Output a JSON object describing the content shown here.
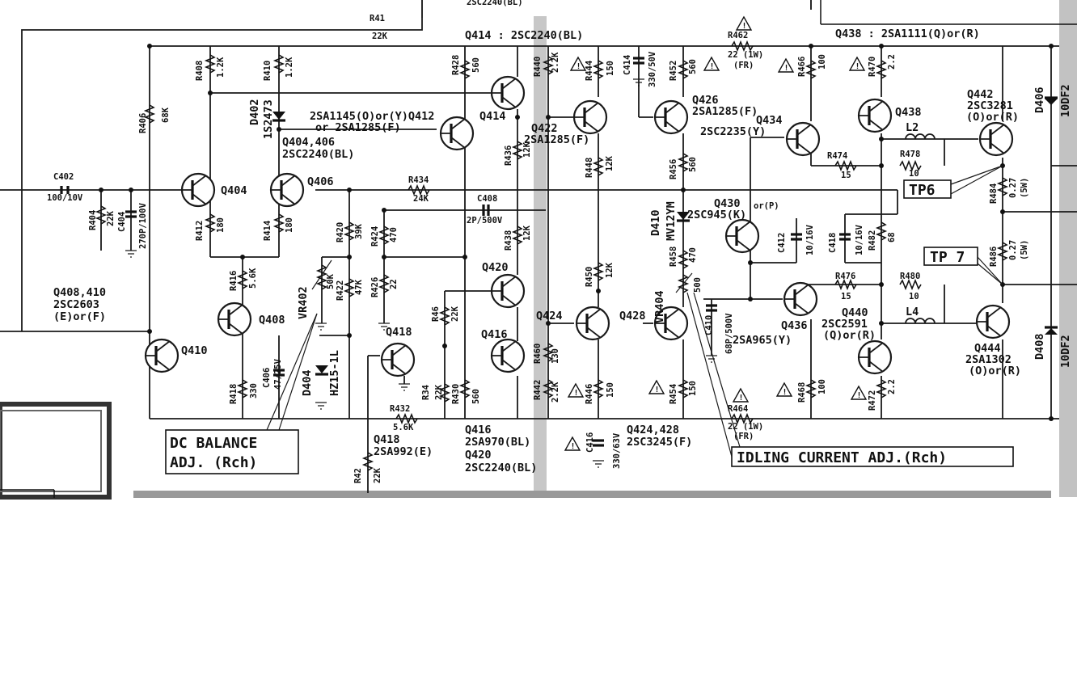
{
  "labels": {
    "top_partial": "2SC2240(BL)",
    "dc_balance_1": "DC BALANCE",
    "dc_balance_2": "ADJ. (Rch)",
    "idling": "IDLING CURRENT ADJ.(Rch)",
    "tp6": "TP6",
    "tp7": "TP 7",
    "warn_glyph": "!",
    "or_p": "or(P)"
  },
  "transistors": [
    {
      "id": "Q404",
      "lines": []
    },
    {
      "id": "Q406",
      "lines": []
    },
    {
      "id": "Q408",
      "lines": []
    },
    {
      "id": "Q410",
      "lines": []
    },
    {
      "id": "Q412",
      "lines": []
    },
    {
      "id": "Q414",
      "lines": []
    },
    {
      "id": "Q416",
      "lines": []
    },
    {
      "id": "Q418",
      "lines": []
    },
    {
      "id": "Q420",
      "lines": []
    },
    {
      "id": "Q422",
      "lines": []
    },
    {
      "id": "Q424",
      "lines": []
    },
    {
      "id": "Q426",
      "lines": []
    },
    {
      "id": "Q428",
      "lines": []
    },
    {
      "id": "Q430",
      "lines": []
    },
    {
      "id": "Q434",
      "lines": []
    },
    {
      "id": "Q436",
      "lines": []
    },
    {
      "id": "Q438",
      "lines": []
    },
    {
      "id": "Q440",
      "lines": []
    },
    {
      "id": "Q442",
      "lines": []
    },
    {
      "id": "Q444",
      "lines": []
    }
  ],
  "captions": [
    "Q414 : 2SC2240(BL)",
    "Q438 : 2SA1111(Q)or(R)",
    "2SA1145(O)or(Y)Q412",
    "or 2SA1285(F)",
    "Q404,406",
    "2SC2240(BL)",
    "Q408,410",
    "2SC2603",
    "(E)or(F)",
    "Q426",
    "2SA1285(F)",
    "Q434",
    "2SC2235(Y)",
    "Q442",
    "2SC3281",
    "(O)or(R)",
    "Q422",
    "2SA1285(F)",
    "Q430",
    "2SC945(K)",
    "Q418",
    "2SA992(E)",
    "Q416",
    "2SA970(BL)",
    "Q420",
    "2SC2240(BL)",
    "Q424,428",
    "2SC3245(F)",
    "Q436",
    "2SA965(Y)",
    "Q440",
    "2SC2591",
    "(Q)or(R)",
    "Q444",
    "2SA1302",
    "(O)or(R)"
  ],
  "resistors": [
    {
      "ref": "R41",
      "value": "22K"
    },
    {
      "ref": "R406",
      "value": "68K"
    },
    {
      "ref": "R408",
      "value": "1.2K"
    },
    {
      "ref": "R410",
      "value": "1.2K"
    },
    {
      "ref": "R412",
      "value": "180"
    },
    {
      "ref": "R414",
      "value": "180"
    },
    {
      "ref": "R416",
      "value": "5.6K"
    },
    {
      "ref": "R418",
      "value": "330"
    },
    {
      "ref": "R404",
      "value": "22K"
    },
    {
      "ref": "R420",
      "value": "39K"
    },
    {
      "ref": "R422",
      "value": "47K"
    },
    {
      "ref": "R424",
      "value": "470"
    },
    {
      "ref": "R426",
      "value": "22"
    },
    {
      "ref": "R428",
      "value": "560"
    },
    {
      "ref": "R430",
      "value": "560"
    },
    {
      "ref": "R432",
      "value": "5.6K"
    },
    {
      "ref": "R434",
      "value": "24K"
    },
    {
      "ref": "R436",
      "value": "12K"
    },
    {
      "ref": "R438",
      "value": "12K"
    },
    {
      "ref": "R440",
      "value": "2.2K"
    },
    {
      "ref": "R442",
      "value": "2.2K"
    },
    {
      "ref": "R444",
      "value": "150"
    },
    {
      "ref": "R446",
      "value": "150"
    },
    {
      "ref": "R448",
      "value": "12K"
    },
    {
      "ref": "R450",
      "value": "12K"
    },
    {
      "ref": "R452",
      "value": "560"
    },
    {
      "ref": "R454",
      "value": "150"
    },
    {
      "ref": "R456",
      "value": "560"
    },
    {
      "ref": "R458",
      "value": "470"
    },
    {
      "ref": "R460",
      "value": "130"
    },
    {
      "ref": "R462",
      "value": "22 (1W)"
    },
    {
      "ref": "R464",
      "value": "22 (1W)"
    },
    {
      "ref": "R466",
      "value": "100"
    },
    {
      "ref": "R468",
      "value": "100"
    },
    {
      "ref": "R470",
      "value": "2.2"
    },
    {
      "ref": "R472",
      "value": "2.2"
    },
    {
      "ref": "R474",
      "value": "15"
    },
    {
      "ref": "R476",
      "value": "15"
    },
    {
      "ref": "R478",
      "value": "10"
    },
    {
      "ref": "R480",
      "value": "10"
    },
    {
      "ref": "R482",
      "value": "68"
    },
    {
      "ref": "R484",
      "value": "0.27"
    },
    {
      "ref": "R486",
      "value": "0.27"
    },
    {
      "ref": "R46",
      "value": "22K"
    },
    {
      "ref": "R34",
      "value": "22K"
    },
    {
      "ref": "R42",
      "value": "22K"
    }
  ],
  "others": [
    {
      "ref": "C402",
      "value": "100/10V"
    },
    {
      "ref": "C404",
      "value": "270P/100V"
    },
    {
      "ref": "C406",
      "value": "47/25V"
    },
    {
      "ref": "C408",
      "value": "2P/500V"
    },
    {
      "ref": "C410",
      "value": "68P/500V"
    },
    {
      "ref": "C412",
      "value": "10/16V"
    },
    {
      "ref": "C414",
      "value": "330/50V"
    },
    {
      "ref": "C416",
      "value": "330/63V"
    },
    {
      "ref": "C418",
      "value": "10/16V"
    },
    {
      "ref": "D402",
      "value": "1S2473"
    },
    {
      "ref": "D404",
      "value": "HZ15-1L"
    },
    {
      "ref": "D406",
      "value": "10DF2"
    },
    {
      "ref": "D408",
      "value": "10DF2"
    },
    {
      "ref": "D410",
      "value": "MV12YM"
    },
    {
      "ref": "VR402",
      "value": "50K"
    },
    {
      "ref": "VR404",
      "value": "500"
    },
    {
      "ref": "L2",
      "value": ""
    },
    {
      "ref": "L4",
      "value": ""
    }
  ],
  "extra_text": [
    "(FR)",
    "(5W)",
    "(1W)"
  ]
}
